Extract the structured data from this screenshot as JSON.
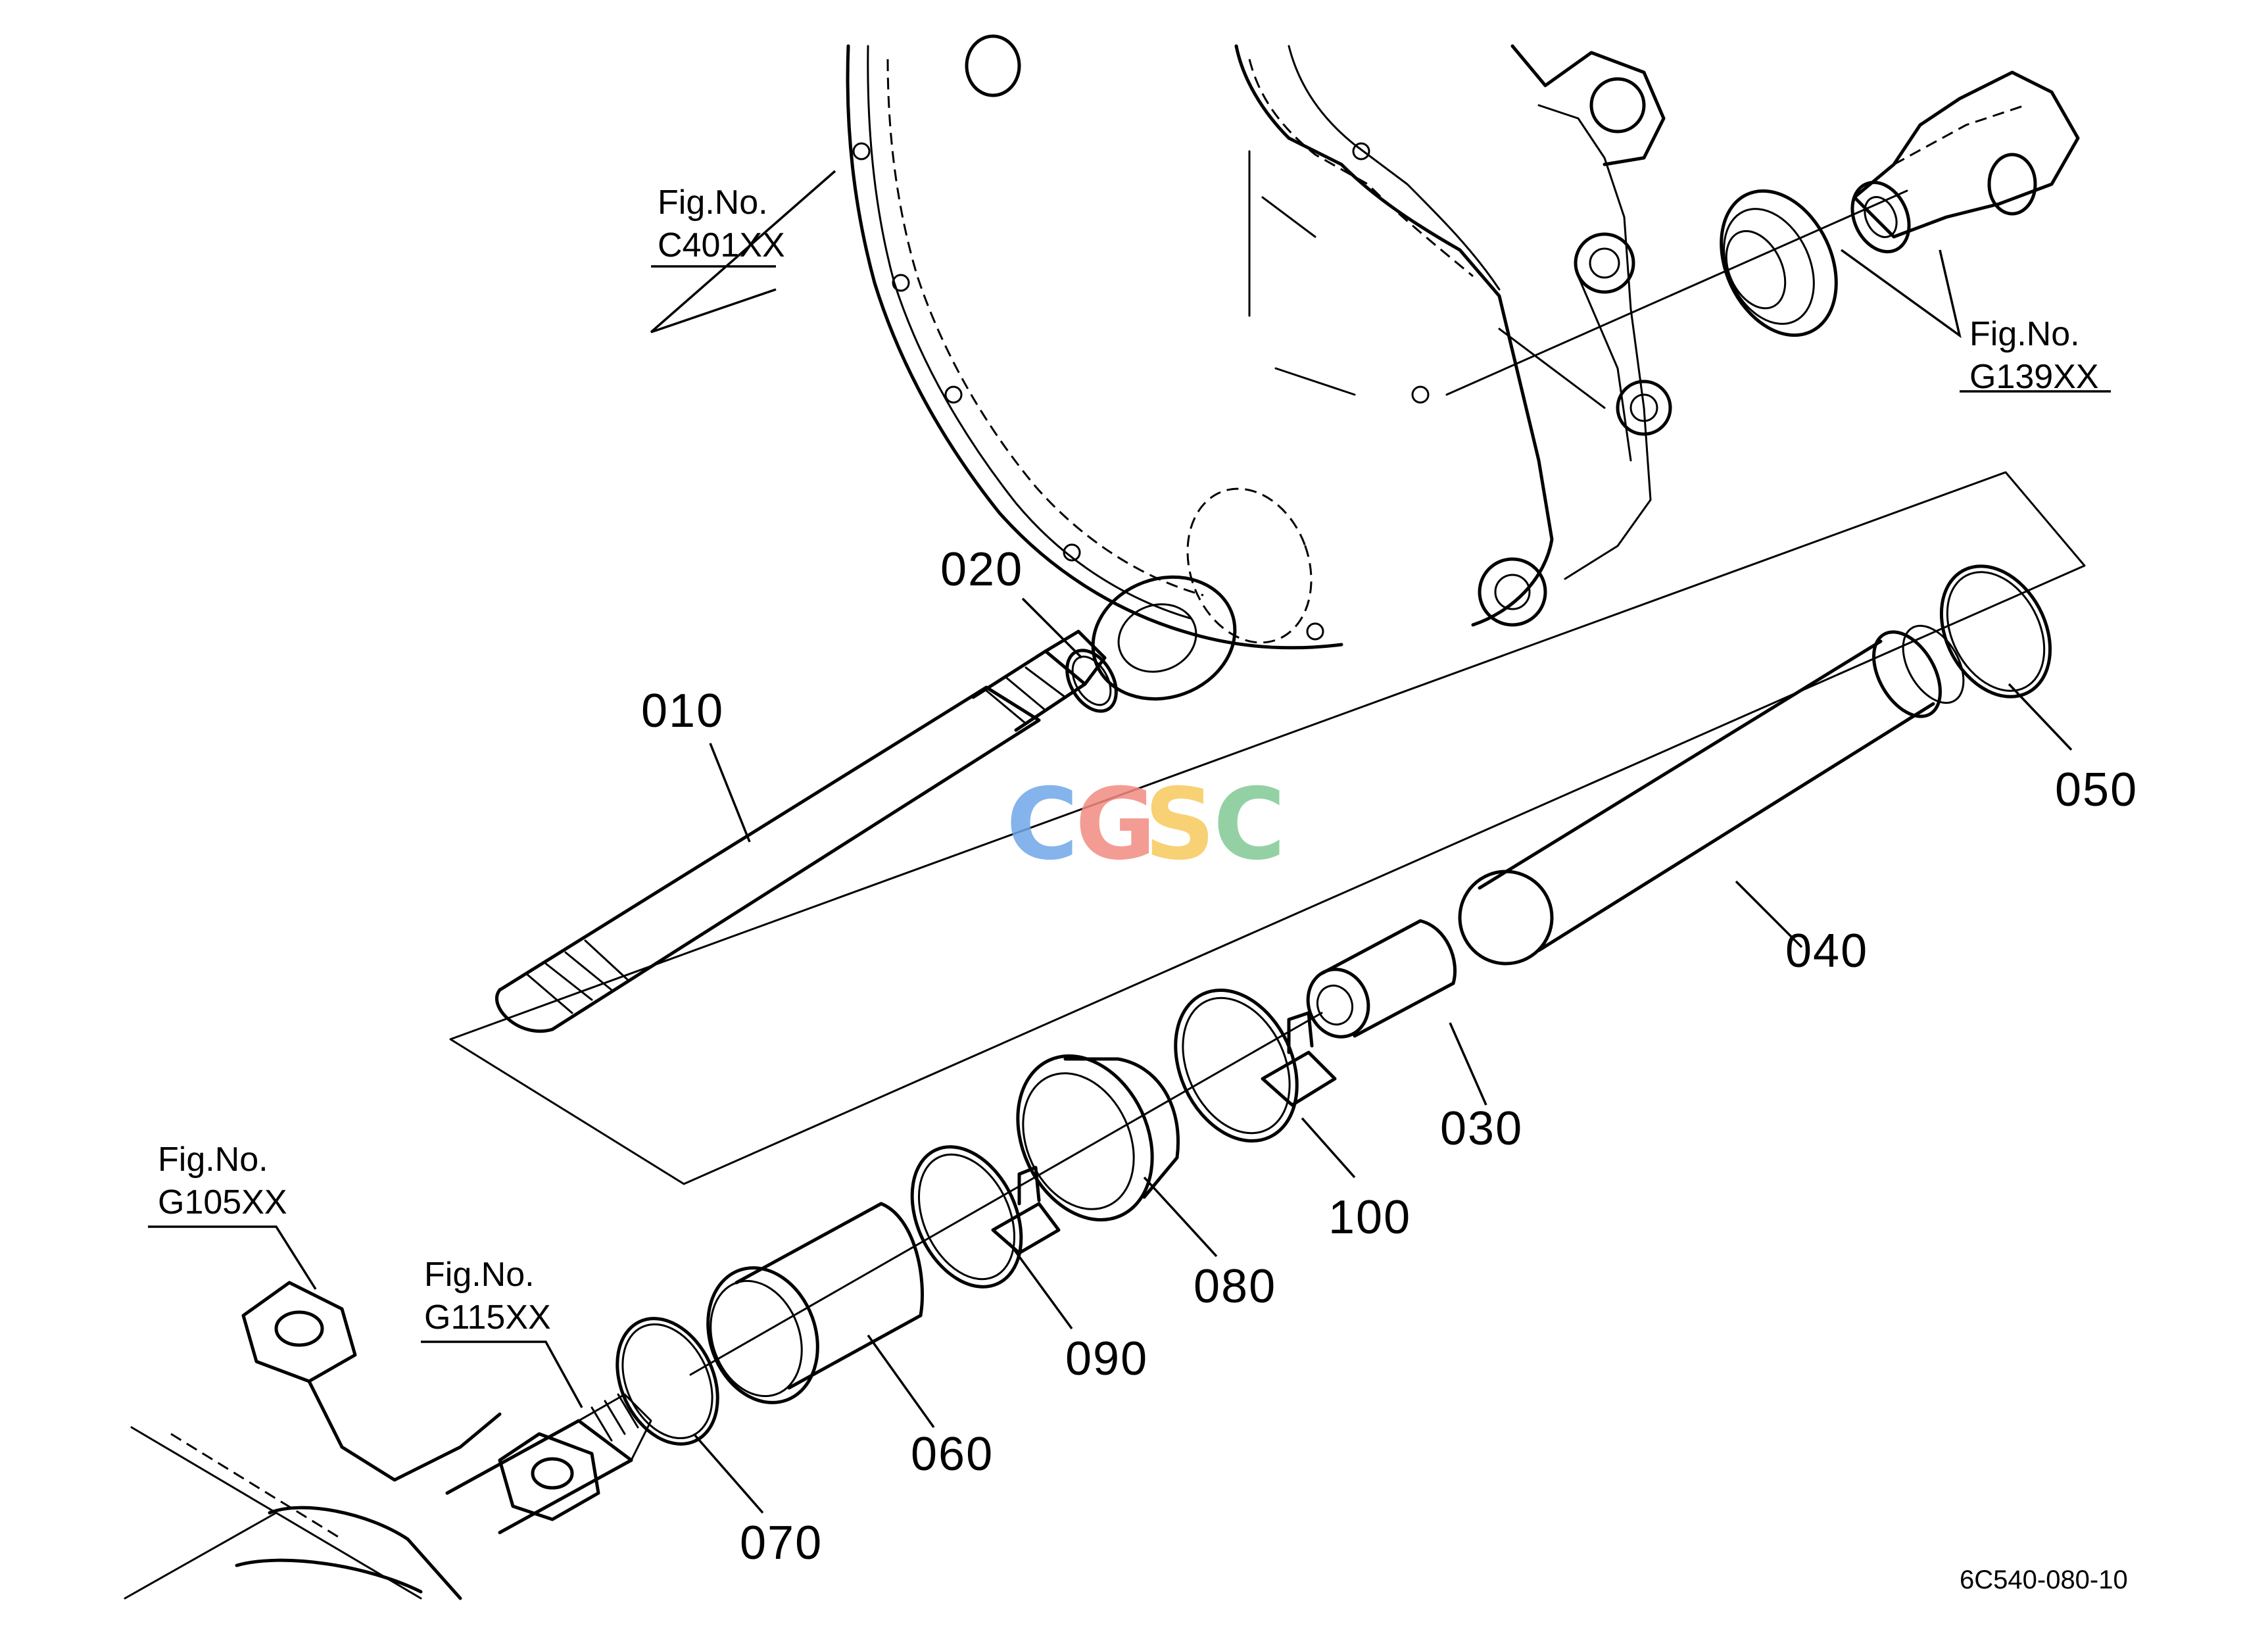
{
  "parts": [
    {
      "id": "010",
      "label": "010"
    },
    {
      "id": "020",
      "label": "020"
    },
    {
      "id": "030",
      "label": "030"
    },
    {
      "id": "040",
      "label": "040"
    },
    {
      "id": "050",
      "label": "050"
    },
    {
      "id": "060",
      "label": "060"
    },
    {
      "id": "070",
      "label": "070"
    },
    {
      "id": "080",
      "label": "080"
    },
    {
      "id": "090",
      "label": "090"
    },
    {
      "id": "100",
      "label": "100"
    }
  ],
  "figure_refs": [
    {
      "prefix": "Fig.No.",
      "number": "C401XX"
    },
    {
      "prefix": "Fig.No.",
      "number": "G139XX"
    },
    {
      "prefix": "Fig.No.",
      "number": "G105XX"
    },
    {
      "prefix": "Fig.No.",
      "number": "G115XX"
    }
  ],
  "watermark": {
    "letters": [
      "C",
      "G",
      "S",
      "C"
    ],
    "colors": [
      "#6fa8e8",
      "#f28b82",
      "#f7c95c",
      "#81c995"
    ]
  },
  "drawing_code": "6C540-080-10"
}
